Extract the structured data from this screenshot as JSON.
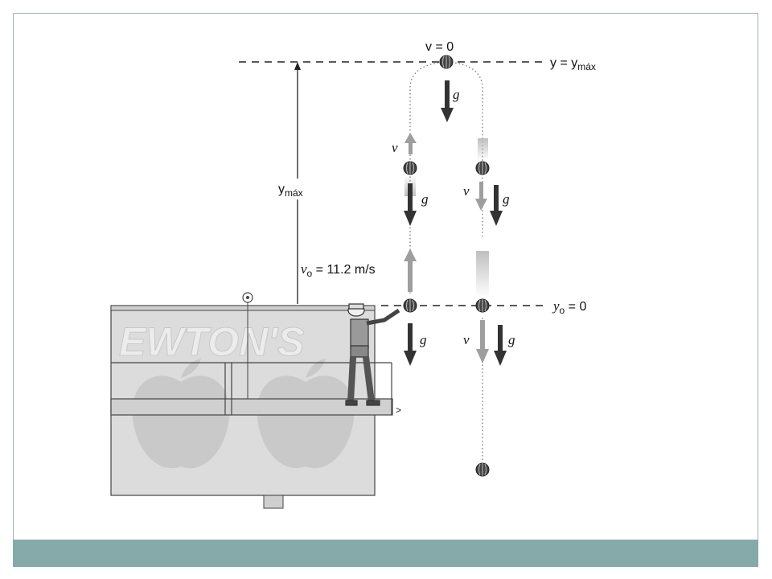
{
  "labels": {
    "v_zero": "v = 0",
    "y_equals_ymax_y": "y",
    "y_equals_ymax_eq": " = y",
    "y_equals_ymax_sub": "máx",
    "ymax_y": "y",
    "ymax_sub": "máx",
    "v0_v": "v",
    "v0_sub": "o",
    "v0_value": " = 11.2 m/s",
    "y0_y": "y",
    "y0_sub": "o",
    "y0_value": " = 0",
    "g": "g",
    "v": "v",
    "building_sign": "EWTON'S"
  },
  "colors": {
    "footer": "#86aaaa",
    "building": "#dcdcdc",
    "building_dark": "#c4c4c4",
    "arrow_dark": "#333333",
    "arrow_light": "#a8a8a8"
  }
}
